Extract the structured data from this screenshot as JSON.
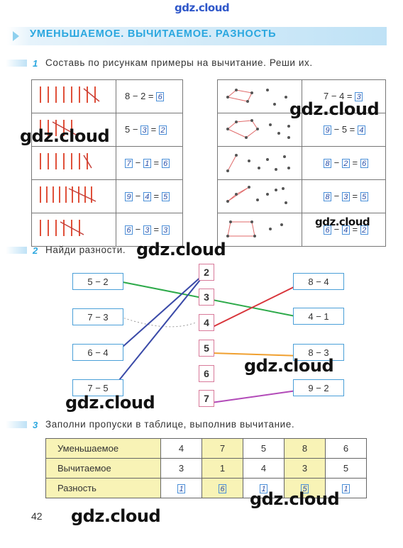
{
  "watermark": "gdz.cloud",
  "header": {
    "title": "УМЕНЬШАЕМОЕ. ВЫЧИТАЕМОЕ. РАЗНОСТЬ"
  },
  "task1": {
    "number": "1",
    "text": "Составь по рисункам примеры на вычитание. Реши их.",
    "left_rows": [
      {
        "sticks": 8,
        "crossed": 2,
        "a": "8",
        "b": "2",
        "r": "6",
        "a_boxed": false,
        "b_boxed": false
      },
      {
        "sticks": 5,
        "crossed": 3,
        "a": "5",
        "b": "3",
        "r": "2",
        "a_boxed": false,
        "b_boxed": true
      },
      {
        "sticks": 7,
        "crossed": 1,
        "a": "7",
        "b": "1",
        "r": "6",
        "a_boxed": true,
        "b_boxed": true
      },
      {
        "sticks": 9,
        "crossed": 4,
        "a": "9",
        "b": "4",
        "r": "5",
        "a_boxed": true,
        "b_boxed": true
      },
      {
        "sticks": 6,
        "crossed": 3,
        "a": "6",
        "b": "3",
        "r": "3",
        "a_boxed": true,
        "b_boxed": true
      }
    ],
    "right_rows": [
      {
        "dots": 7,
        "outlined": 4,
        "a": "7",
        "b": "4",
        "r": "3",
        "a_boxed": false,
        "b_boxed": false
      },
      {
        "dots": 9,
        "outlined": 5,
        "a": "9",
        "b": "5",
        "r": "4",
        "a_boxed": true,
        "b_boxed": false
      },
      {
        "dots": 8,
        "outlined": 2,
        "a": "8",
        "b": "2",
        "r": "6",
        "a_boxed": true,
        "b_boxed": true
      },
      {
        "dots": 8,
        "outlined": 3,
        "a": "8",
        "b": "3",
        "r": "5",
        "a_boxed": true,
        "b_boxed": true
      },
      {
        "dots": 6,
        "outlined": 4,
        "a": "6",
        "b": "4",
        "r": "2",
        "a_boxed": true,
        "b_boxed": true
      }
    ]
  },
  "task2": {
    "number": "2",
    "text": "Найди разности.",
    "left": [
      "5 − 2",
      "7 − 3",
      "6 − 4",
      "7 − 5"
    ],
    "numbers": [
      "2",
      "3",
      "4",
      "5",
      "6",
      "7"
    ],
    "right": [
      "8 − 4",
      "4 − 1",
      "8 − 3",
      "9 − 2"
    ],
    "line_colors": {
      "green": "#2daa4a",
      "blue": "#3a4aa8",
      "red": "#d8343a",
      "orange": "#f0a030",
      "purple": "#b24ab8"
    }
  },
  "task3": {
    "number": "3",
    "text": "Заполни пропуски в таблице, выполнив вычитание.",
    "rows": [
      {
        "label": "Уменьшаемое",
        "values": [
          "4",
          "7",
          "5",
          "8",
          "6"
        ]
      },
      {
        "label": "Вычитаемое",
        "values": [
          "3",
          "1",
          "4",
          "3",
          "5"
        ]
      },
      {
        "label": "Разность",
        "values": [
          "1",
          "6",
          "1",
          "5",
          "1"
        ]
      }
    ]
  },
  "page_number": "42"
}
